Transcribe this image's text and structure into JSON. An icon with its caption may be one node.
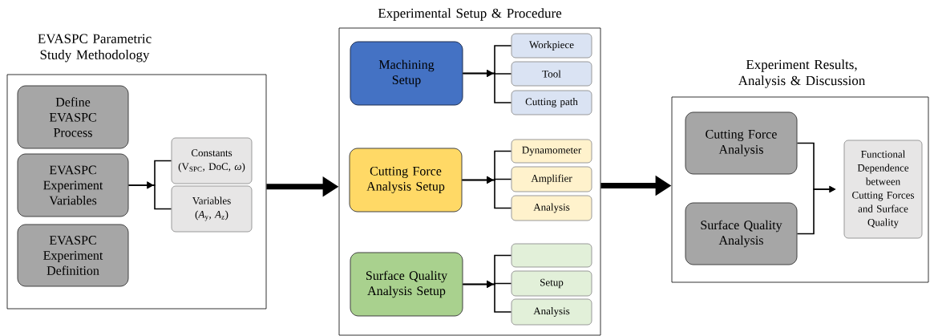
{
  "diagram": {
    "nodes": [
      {
        "text": [
          "EVASPC Parametric Study Methodology"
        ]
      },
      {
        "text": [
          "Define EVASPC Process"
        ],
        "in": 0
      },
      {
        "text": [
          "EVASPC Experiment Variables"
        ],
        "in": 0
      },
      {
        "text": [
          "EVASPC Experiment Definition"
        ],
        "in": 0
      },
      {
        "text": [
          "Constants (V$_{SPC}$, DoC, *ω*)"
        ],
        "in": 0
      },
      {
        "text": [
          "Variables (*A*$_{y}$, *A*$_{z}$)"
        ],
        "in": 0
      },
      {
        "text": [
          "Experimental Setup & Procedure"
        ]
      },
      {
        "text": [
          "Machining Setup"
        ],
        "in": 6
      },
      {
        "text": [
          "Workpiece"
        ],
        "in": 6
      },
      {
        "text": [
          "Tool"
        ],
        "in": 6
      },
      {
        "text": [
          "Cutting path"
        ],
        "in": 6
      },
      {
        "text": [
          "Cutting Force Analysis Setup"
        ],
        "in": 6
      },
      {
        "text": [
          "Dynamometer"
        ],
        "in": 6
      },
      {
        "text": [
          "Amplifier"
        ],
        "in": 6
      },
      {
        "text": [
          "Analysis"
        ],
        "in": 6
      },
      {
        "text": [
          "Surface Quality Analysis Setup"
        ],
        "in": 6
      },
      {
        "text": [],
        "shape": "box",
        "in": 6
      },
      {
        "text": [
          "Setup"
        ],
        "in": 6
      },
      {
        "text": [
          "Analysis"
        ],
        "in": 6
      },
      {
        "text": [
          "Experiment Results, Analysis & Discussion"
        ]
      },
      {
        "text": [
          "Cutting Force Analysis"
        ],
        "in": 19
      },
      {
        "text": [
          "Surface Quality Analysis"
        ],
        "in": 19
      },
      {
        "text": [
          "Functional Dependence between Cutting Forces and Surface Quality"
        ],
        "in": 19
      }
    ],
    "edges": [
      {
        "from": 2,
        "to": 4,
        "arrow": "to"
      },
      {
        "from": 2,
        "to": 5,
        "arrow": "to"
      },
      {
        "from": 0,
        "to": 6,
        "arrow": "to",
        "style": "thick"
      },
      {
        "from": 7,
        "to": 8,
        "arrow": "to"
      },
      {
        "from": 7,
        "to": 9,
        "arrow": "to"
      },
      {
        "from": 7,
        "to": 10,
        "arrow": "to"
      },
      {
        "from": 11,
        "to": 12,
        "arrow": "to"
      },
      {
        "from": 11,
        "to": 13,
        "arrow": "to"
      },
      {
        "from": 11,
        "to": 14,
        "arrow": "to"
      },
      {
        "from": 15,
        "to": 16,
        "arrow": "to"
      },
      {
        "from": 15,
        "to": 17,
        "arrow": "to"
      },
      {
        "from": 15,
        "to": 18,
        "arrow": "to"
      },
      {
        "from": 6,
        "to": 19,
        "arrow": "to",
        "style": "thick"
      },
      {
        "from": 20,
        "to": 22,
        "arrow": "to"
      },
      {
        "from": 21,
        "to": 22,
        "arrow": "to"
      }
    ]
  }
}
